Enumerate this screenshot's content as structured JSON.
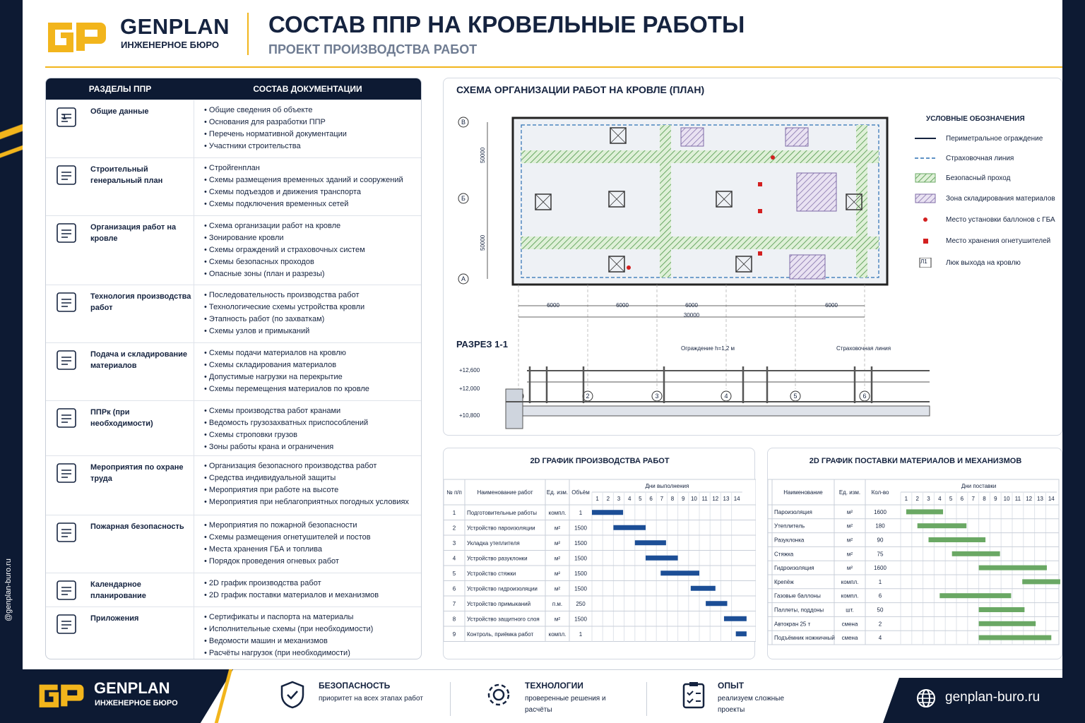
{
  "header": {
    "brand": "GENPLAN",
    "brand_sub": "ИНЖЕНЕРНОЕ БЮРО",
    "title": "СОСТАВ ППР НА КРОВЕЛЬНЫЕ РАБОТЫ",
    "subtitle": "ПРОЕКТ ПРОИЗВОДСТВА РАБОТ"
  },
  "side_url": "@genplan-buro.ru",
  "sections": {
    "col1": "РАЗДЕЛЫ ППР",
    "col2": "СОСТАВ ДОКУМЕНТАЦИИ",
    "rows": [
      {
        "icon": "document-number-icon",
        "badge": "1",
        "name": "Общие данные",
        "items": [
          "Общие сведения об объекте",
          "Основания для разработки ППР",
          "Перечень нормативной документации",
          "Участники строительства"
        ]
      },
      {
        "icon": "tower-crane-icon",
        "name": "Строительный генеральный план",
        "items": [
          "Стройгенплан",
          "Схемы размещения временных зданий и сооружений",
          "Схемы подъездов и движения транспорта",
          "Схемы подключения временных сетей"
        ]
      },
      {
        "icon": "shield-worker-icon",
        "name": "Организация работ на кровле",
        "items": [
          "Схема организации работ на кровле",
          "Зонирование кровли",
          "Схемы ограждений и страховочных систем",
          "Схемы безопасных проходов",
          "Опасные зоны (план и разрезы)"
        ]
      },
      {
        "icon": "gear-icon",
        "name": "Технология производства работ",
        "items": [
          "Последовательность производства работ",
          "Технологические схемы устройства кровли",
          "Этапность работ (по захваткам)",
          "Схемы узлов и примыканий"
        ]
      },
      {
        "icon": "material-stack-icon",
        "name": "Подача и складирование материалов",
        "items": [
          "Схемы подачи материалов на кровлю",
          "Схемы складирования материалов",
          "Допустимые нагрузки на перекрытие",
          "Схемы перемещения материалов по кровле"
        ]
      },
      {
        "icon": "crane-icon",
        "name": "ППРк (при необходимости)",
        "items": [
          "Схемы производства работ кранами",
          "Ведомость грузозахватных приспособлений",
          "Схемы строповки грузов",
          "Зоны работы крана и ограничения"
        ]
      },
      {
        "icon": "hard-hat-icon",
        "name": "Мероприятия по охране труда",
        "items": [
          "Организация безопасного производства работ",
          "Средства индивидуальной защиты",
          "Мероприятия при работе на высоте",
          "Мероприятия при неблагоприятных погодных условиях"
        ]
      },
      {
        "icon": "fire-extinguisher-icon",
        "name": "Пожарная безопасность",
        "items": [
          "Мероприятия по пожарной безопасности",
          "Схемы размещения огнетушителей и постов",
          "Места хранения ГБА и топлива",
          "Порядок проведения огневых работ"
        ]
      },
      {
        "icon": "calendar-icon",
        "name": "Календарное планирование",
        "items": [
          "2D график производства работ",
          "2D график поставки материалов и механизмов"
        ]
      },
      {
        "icon": "binders-icon",
        "name": "Приложения",
        "items": [
          "Сертификаты и паспорта на материалы",
          "Исполнительные схемы (при необходимости)",
          "Ведомости машин и механизмов",
          "Расчёты нагрузок (при необходимости)"
        ]
      }
    ]
  },
  "plan": {
    "title": "СХЕМА ОРГАНИЗАЦИИ РАБОТ НА КРОВЛЕ (ПЛАН)",
    "axes_letters": [
      "В",
      "Б",
      "А"
    ],
    "axes_numbers": [
      "1",
      "2",
      "3",
      "4",
      "5",
      "6"
    ],
    "spans": [
      "6000",
      "6000",
      "6000",
      "6000"
    ],
    "total": "30000",
    "side_dims": [
      "50000",
      "50000"
    ],
    "legend_title": "УСЛОВНЫЕ ОБОЗНАЧЕНИЯ",
    "legend": [
      "Периметральное ограждение",
      "Страховочная линия",
      "Безопасный проход",
      "Зона складирования материалов",
      "Место установки баллонов с ГБА",
      "Место хранения огнетушителей",
      "Люк выхода на кровлю"
    ],
    "hatch_code": "Л1"
  },
  "section": {
    "title": "РАЗРЕЗ 1-1",
    "fence": "Ограждение h=1,2 м",
    "line": "Страховочная линия",
    "levels": [
      "+12,600",
      "+12,000",
      "+10,800"
    ]
  },
  "gantt1": {
    "title": "2D ГРАФИК ПРОИЗВОДСТВА РАБОТ",
    "h_num": "№ п/п",
    "h_name": "Наименование работ",
    "h_unit": "Ед. изм.",
    "h_vol": "Объём",
    "h_days": "Дни выполнения",
    "days": [
      "1",
      "2",
      "3",
      "4",
      "5",
      "6",
      "7",
      "8",
      "9",
      "10",
      "11",
      "12",
      "13",
      "14"
    ],
    "rows": [
      {
        "n": "1",
        "name": "Подготовительные работы",
        "unit": "компл.",
        "vol": "1",
        "s": 1,
        "e": 3.9
      },
      {
        "n": "2",
        "name": "Устройство пароизоляции",
        "unit": "м²",
        "vol": "1500",
        "s": 3,
        "e": 6
      },
      {
        "n": "3",
        "name": "Укладка утеплителя",
        "unit": "м²",
        "vol": "1500",
        "s": 5,
        "e": 7.9
      },
      {
        "n": "4",
        "name": "Устройство разуклонки",
        "unit": "м²",
        "vol": "1500",
        "s": 6,
        "e": 9
      },
      {
        "n": "5",
        "name": "Устройство стяжки",
        "unit": "м²",
        "vol": "1500",
        "s": 7.4,
        "e": 11
      },
      {
        "n": "6",
        "name": "Устройство гидроизоляции",
        "unit": "м²",
        "vol": "1500",
        "s": 10.2,
        "e": 12.5
      },
      {
        "n": "7",
        "name": "Устройство примыканий",
        "unit": "п.м.",
        "vol": "250",
        "s": 11.6,
        "e": 13.6
      },
      {
        "n": "8",
        "name": "Устройство защитного слоя",
        "unit": "м²",
        "vol": "1500",
        "s": 13.3,
        "e": 15.4
      },
      {
        "n": "9",
        "name": "Контроль, приёмка работ",
        "unit": "компл.",
        "vol": "1",
        "s": 14.4,
        "e": 15.4
      }
    ]
  },
  "gantt2": {
    "title": "2D ГРАФИК ПОСТАВКИ МАТЕРИАЛОВ И МЕХАНИЗМОВ",
    "h_name": "Наименование",
    "h_unit": "Ед. изм.",
    "h_qty": "Кол-во",
    "h_days": "Дни поставки",
    "days": [
      "1",
      "2",
      "3",
      "4",
      "5",
      "6",
      "7",
      "8",
      "9",
      "10",
      "11",
      "12",
      "13",
      "14"
    ],
    "rows": [
      {
        "name": "Пароизоляция",
        "unit": "м²",
        "qty": "1600",
        "s": 1.5,
        "e": 4.8
      },
      {
        "name": "Утеплитель",
        "unit": "м²",
        "qty": "180",
        "s": 2.5,
        "e": 6.9
      },
      {
        "name": "Разуклонка",
        "unit": "м²",
        "qty": "90",
        "s": 3.5,
        "e": 8.6
      },
      {
        "name": "Стяжка",
        "unit": "м²",
        "qty": "75",
        "s": 5.6,
        "e": 9.9
      },
      {
        "name": "Гидроизоляция",
        "unit": "м²",
        "qty": "1600",
        "s": 8,
        "e": 14.1
      },
      {
        "name": "Крепёж",
        "unit": "компл.",
        "qty": "1",
        "s": 11.9,
        "e": 15.3
      },
      {
        "name": "Газовые баллоны",
        "unit": "компл.",
        "qty": "6",
        "s": 4.5,
        "e": 10.9
      },
      {
        "name": "Паллеты, поддоны",
        "unit": "шт.",
        "qty": "50",
        "s": 8,
        "e": 12.1
      },
      {
        "name": "Автокран 25 т",
        "unit": "смена",
        "qty": "2",
        "s": 8,
        "e": 13.1
      },
      {
        "name": "Подъёмник ножничный",
        "unit": "смена",
        "qty": "4",
        "s": 8,
        "e": 14.5
      }
    ]
  },
  "footer": {
    "brand": "GENPLAN",
    "brand_sub": "ИНЖЕНЕРНОЕ БЮРО",
    "f1_t": "БЕЗОПАСНОСТЬ",
    "f1_s": "приоритет на всех этапах работ",
    "f2_t": "ТЕХНОЛОГИИ",
    "f2_s": "проверенные решения и расчёты",
    "f3_t": "ОПЫТ",
    "f3_s": "реализуем сложные проекты",
    "url": "genplan-buro.ru"
  },
  "colors": {
    "navy": "#0d1a33",
    "gold": "#f2b51c",
    "gantt_blue": "#1c4e96",
    "gantt_green": "#6aa864"
  }
}
